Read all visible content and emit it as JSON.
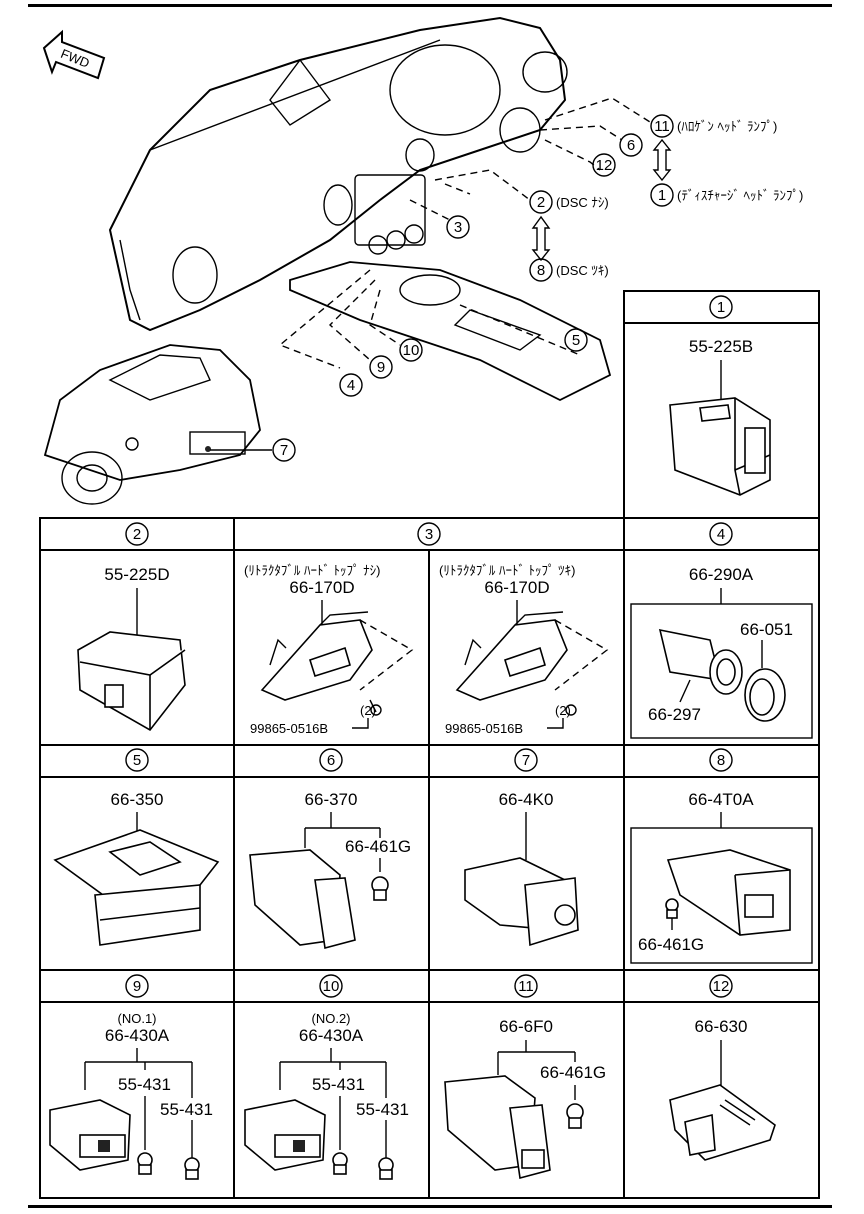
{
  "overview": {
    "fwd_label": "FWD",
    "callout_11_text": "(ﾊﾛｹﾞﾝ ﾍｯﾄﾞ ﾗﾝﾌﾟ)",
    "callout_1_text": "(ﾃﾞｨｽﾁｬｰｼﾞ ﾍｯﾄﾞ ﾗﾝﾌﾟ)",
    "callout_2_text": "(DSC ﾅｼ)",
    "callout_8_text": "(DSC ﾂｷ)",
    "callouts": [
      "1",
      "2",
      "3",
      "4",
      "5",
      "6",
      "7",
      "8",
      "9",
      "10",
      "11",
      "12"
    ]
  },
  "cells": {
    "c1": {
      "num": "1",
      "part": "55-225B"
    },
    "c2": {
      "num": "2",
      "part": "55-225D"
    },
    "c3": {
      "num": "3",
      "left": {
        "note": "(ﾘﾄﾗｸﾀﾌﾞﾙ ﾊｰﾄﾞ ﾄｯﾌﾟ ﾅｼ)",
        "part": "66-170D",
        "qty": "(2)",
        "bolt": "99865-0516B"
      },
      "right": {
        "note": "(ﾘﾄﾗｸﾀﾌﾞﾙ ﾊｰﾄﾞ ﾄｯﾌﾟ ﾂｷ)",
        "part": "66-170D",
        "qty": "(2)",
        "bolt": "99865-0516B"
      }
    },
    "c4": {
      "num": "4",
      "part": "66-290A",
      "sub1": "66-051",
      "sub2": "66-297"
    },
    "c5": {
      "num": "5",
      "part": "66-350"
    },
    "c6": {
      "num": "6",
      "part": "66-370",
      "sub1": "66-461G"
    },
    "c7": {
      "num": "7",
      "part": "66-4K0"
    },
    "c8": {
      "num": "8",
      "part": "66-4T0A",
      "sub1": "66-461G"
    },
    "c9": {
      "num": "9",
      "note": "(NO.1)",
      "part": "66-430A",
      "sub1": "55-431",
      "sub2": "55-431"
    },
    "c10": {
      "num": "10",
      "note": "(NO.2)",
      "part": "66-430A",
      "sub1": "55-431",
      "sub2": "55-431"
    },
    "c11": {
      "num": "11",
      "part": "66-6F0",
      "sub1": "66-461G"
    },
    "c12": {
      "num": "12",
      "part": "66-630"
    }
  }
}
